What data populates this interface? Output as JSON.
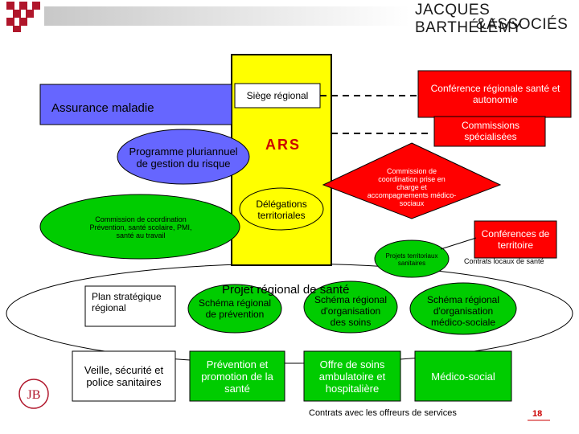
{
  "header": {
    "logo_line1": "JACQUES BARTHÉLÉMY",
    "logo_line2": "&ASSOCIÉS"
  },
  "boxes": {
    "assurance_maladie": "Assurance maladie",
    "siege_regional": "Siège régional",
    "conference_regionale": "Conférence régionale santé et autonomie",
    "commissions_specialisees": "Commissions spécialisées",
    "ars": "ARS",
    "delegations_territoriales": "Délégations territoriales",
    "programme_pluriannuel": "Programme pluriannuel de gestion du risque",
    "commission_prevention": "Commission de coordination Prévention, santé scolaire, PMI, santé au travail",
    "commission_medico_social": "Commission de coordination prise en charge et accompagnements médico-sociaux",
    "conferences_territoire": "Conférences de territoire",
    "projets_territoriaux": "Projets territoriaux sanitaires",
    "contrats_locaux": "Contrats locaux de santé",
    "projet_regional": "Projet régional de santé",
    "plan_strategique": "Plan stratégique régional",
    "schema_prevention": "Schéma régional de prévention",
    "schema_soins": "Schéma régional d'organisation des soins",
    "schema_medico_sociale": "Schéma régional d'organisation médico-sociale",
    "veille_securite": "Veille, sécurité et police sanitaires",
    "prevention_promotion": "Prévention et promotion de la santé",
    "offre_soins": "Offre de soins ambulatoire et hospitalière",
    "medico_social": "Médico-social",
    "contrats_offreurs": "Contrats avec les offreurs de services"
  },
  "page_number": "18",
  "colors": {
    "ars_fill": "#ffff00",
    "blue_fill": "#6666ff",
    "red_fill": "#ff0000",
    "green_fill": "#00cc00",
    "accent_red": "#cc0000"
  }
}
